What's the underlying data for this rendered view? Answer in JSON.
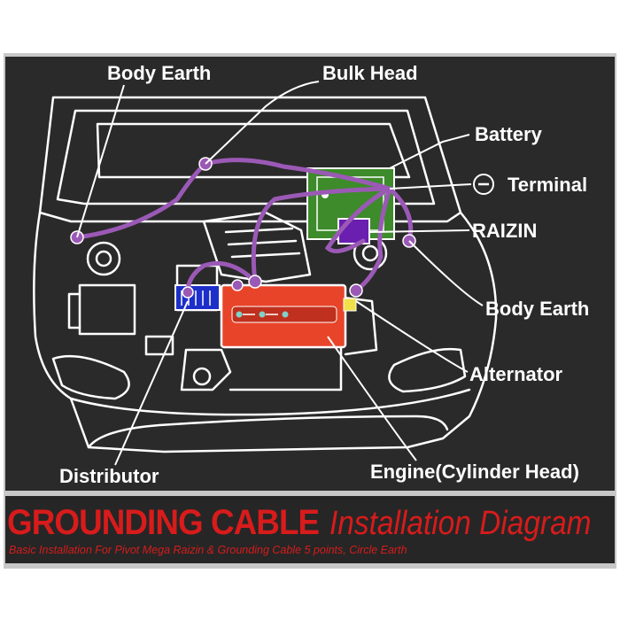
{
  "labels": {
    "body_earth_left": "Body Earth",
    "bulk_head": "Bulk Head",
    "battery": "Battery",
    "terminal": "Terminal",
    "raizin": "RAIZIN",
    "body_earth_right": "Body Earth",
    "alternator": "Alternator",
    "distributor": "Distributor",
    "engine": "Engine(Cylinder Head)"
  },
  "title": {
    "main": "GROUNDING CABLE",
    "sub": "Installation Diagram",
    "caption": "Basic Installation For Pivot Mega Raizin & Grounding Cable 5 points, Circle Earth"
  },
  "colors": {
    "background": "#2a2a2a",
    "line_art": "#ffffff",
    "cable": "#9b59b6",
    "engine_block": "#e8442a",
    "battery": "#3d8b2a",
    "raizin": "#6a1fb0",
    "distributor": "#1d2fc9",
    "title": "#d81b1b"
  },
  "icons": [
    "minus-circle-icon"
  ]
}
